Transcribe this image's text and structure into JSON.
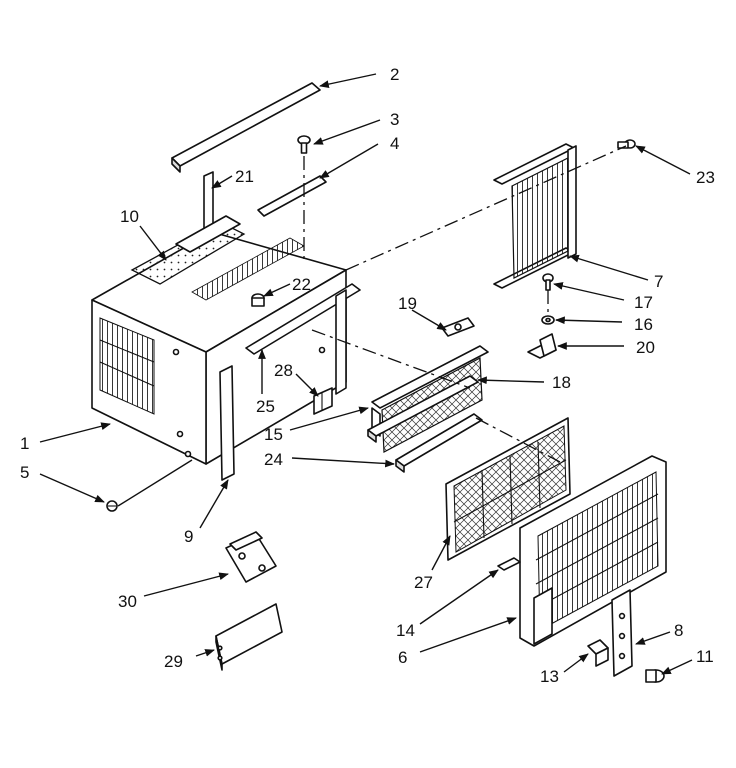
{
  "callouts": [
    "1",
    "2",
    "3",
    "4",
    "5",
    "6",
    "7",
    "8",
    "9",
    "10",
    "11",
    "13",
    "14",
    "15",
    "16",
    "17",
    "18",
    "19",
    "20",
    "21",
    "22",
    "23",
    "24",
    "25",
    "27",
    "28",
    "29",
    "30"
  ]
}
